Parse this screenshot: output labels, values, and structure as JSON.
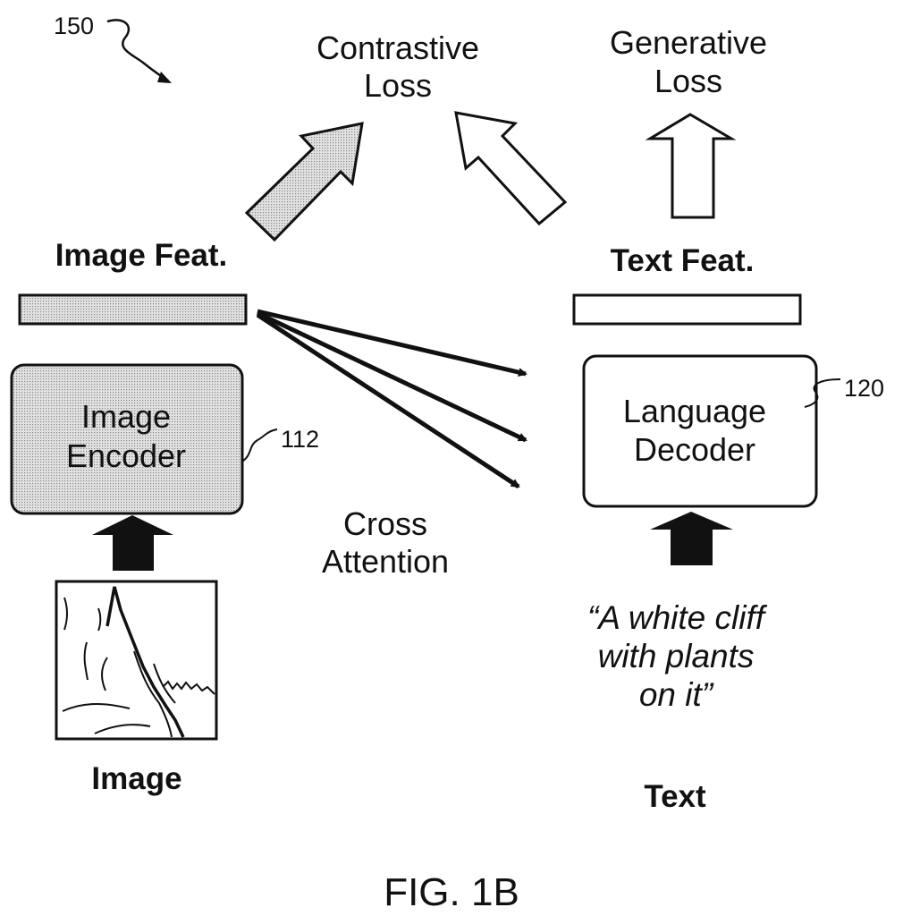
{
  "figure": {
    "label": "FIG. 1B",
    "ref_numeral": "150"
  },
  "losses": {
    "contrastive": [
      "Contrastive",
      "Loss"
    ],
    "generative": [
      "Generative",
      "Loss"
    ]
  },
  "features": {
    "image": "Image Feat.",
    "text": "Text Feat."
  },
  "image_encoder": {
    "lines": [
      "Image",
      "Encoder"
    ],
    "ref": "112"
  },
  "language_decoder": {
    "lines": [
      "Language",
      "Decoder"
    ],
    "ref": "120"
  },
  "cross_attention": [
    "Cross",
    "Attention"
  ],
  "inputs": {
    "image_label": "Image",
    "text_label": "Text",
    "caption": [
      "“A white cliff",
      "with plants",
      "on it”"
    ]
  },
  "styles": {
    "dotted_fill": "#d4d4d4",
    "stroke": "#111111",
    "background": "#ffffff"
  }
}
